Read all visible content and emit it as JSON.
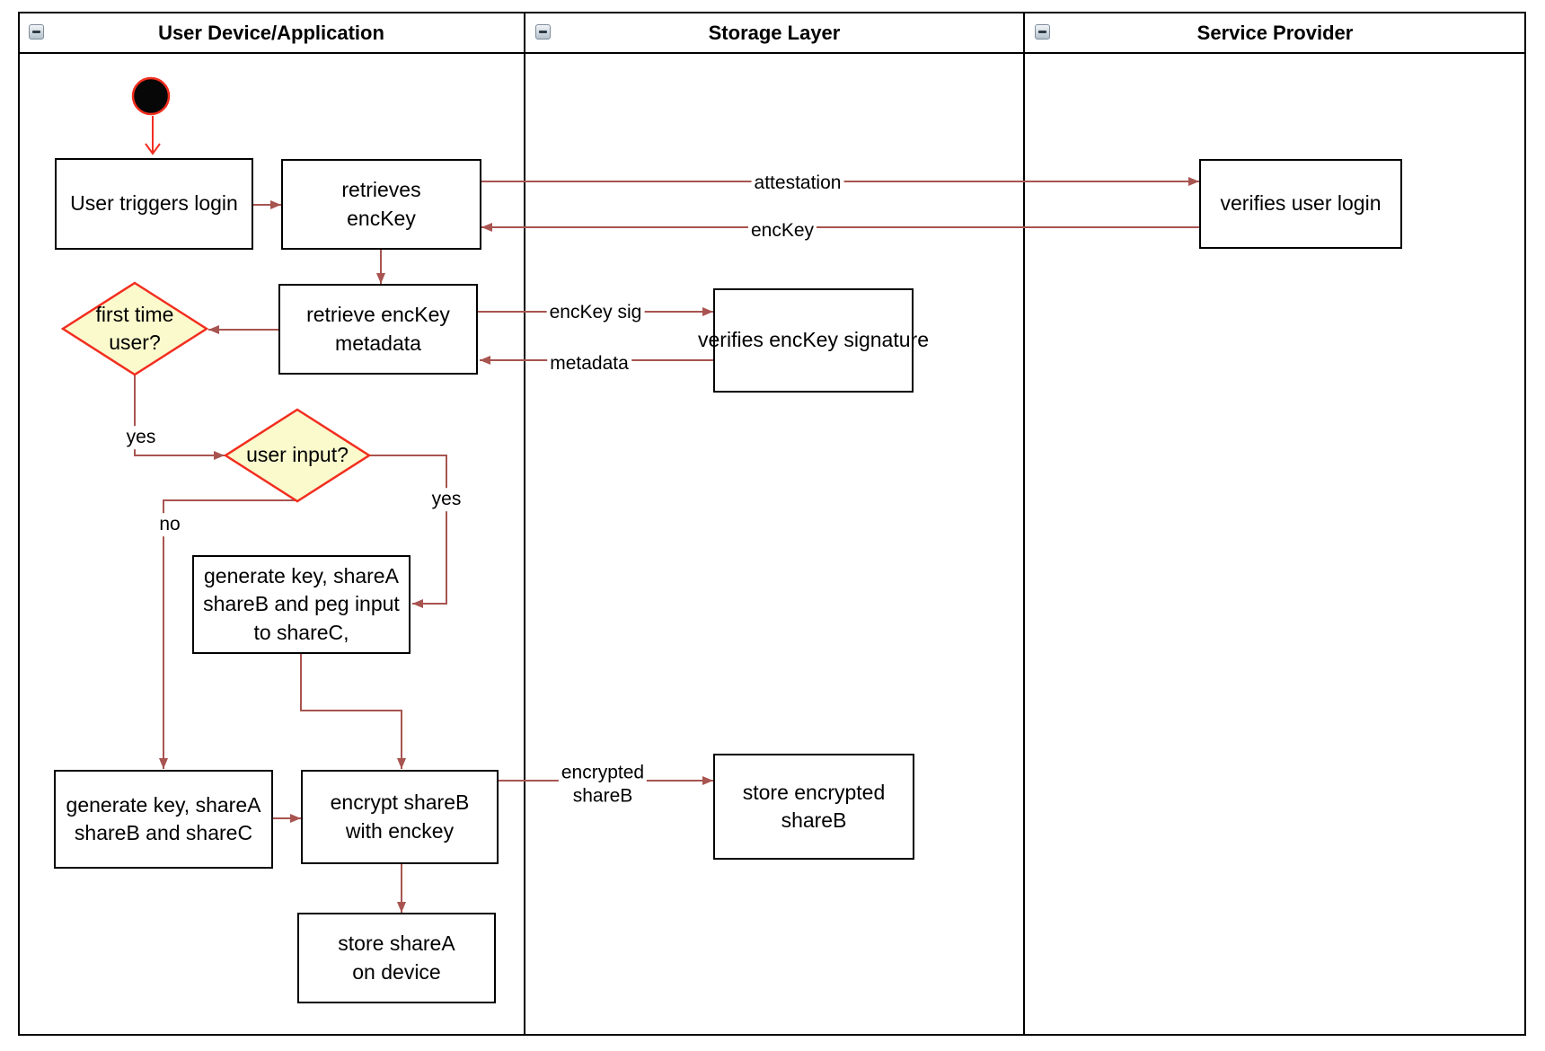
{
  "diagram_title": "key share provisioning activity diagram",
  "colors": {
    "frame": "#000000",
    "arrow": "#A85450",
    "accent_red": "#F22E1F",
    "diamond_fill": "#FAFACD",
    "node_fill": "#FFFFFF"
  },
  "lanes": [
    {
      "title": "User Device/Application",
      "collapse_icon": "minus"
    },
    {
      "title": "Storage Layer",
      "collapse_icon": "minus"
    },
    {
      "title": "Service Provider",
      "collapse_icon": "minus"
    }
  ],
  "nodes": {
    "start": {
      "type": "initial-node"
    },
    "user_triggers_login": {
      "label": "User triggers login"
    },
    "retrieves_enckey": {
      "label": "retrieves\nencKey"
    },
    "verifies_user_login": {
      "label": "verifies user login"
    },
    "retrieve_enckey_metadata": {
      "label": "retrieve encKey\nmetadata"
    },
    "verifies_enckey_signature": {
      "label": "verifies encKey signature"
    },
    "first_time_user": {
      "label": "first time\nuser?"
    },
    "user_input": {
      "label": "user input?"
    },
    "generate_key_peg": {
      "label": "generate key, shareA\nshareB and peg input\nto shareC,"
    },
    "generate_key_abc": {
      "label": "generate key, shareA\nshareB and shareC"
    },
    "encrypt_shareb": {
      "label": "encrypt shareB\nwith enckey"
    },
    "store_encrypted_shareb": {
      "label": "store encrypted\nshareB"
    },
    "store_sharea": {
      "label": "store shareA\non device"
    }
  },
  "edge_labels": {
    "attestation": "attestation",
    "enckey": "encKey",
    "enckey_sig": "encKey sig",
    "metadata": "metadata",
    "yes_first_time": "yes",
    "no_user_input": "no",
    "yes_user_input": "yes",
    "encrypted_shareb": "encrypted\nshareB"
  }
}
